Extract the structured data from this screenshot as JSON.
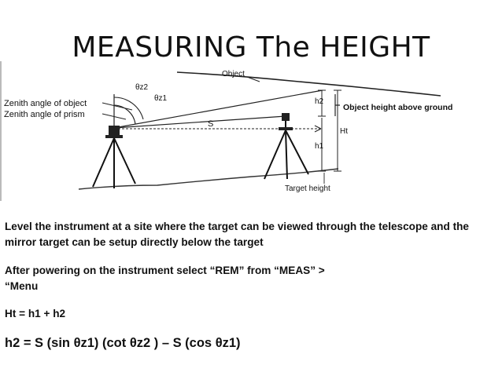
{
  "slide": {
    "title": "MEASURING The HEIGHT"
  },
  "diagram": {
    "labels": {
      "object": "Object",
      "theta_z2": "θz2",
      "theta_z1": "θz1",
      "zenith_object": "Zenith angle of object",
      "zenith_prism": "Zenith angle of prism",
      "s": "S",
      "h2": "h2",
      "ht": "Ht",
      "h1": "h1",
      "object_height": "Object height above ground",
      "target_height": "Target height"
    }
  },
  "text": {
    "paragraph1": "Level the instrument at a site where the target can be viewed through the telescope and the mirror target can be setup directly below the target",
    "paragraph2_line1": "After powering on the instrument select “REM” from “MEAS” >",
    "paragraph2_line2": "“Menu",
    "formula1": "Ht = h1 + h2",
    "formula2": "h2 = S (sin θz1) (cot θz2 ) – S (cos θz1)"
  }
}
